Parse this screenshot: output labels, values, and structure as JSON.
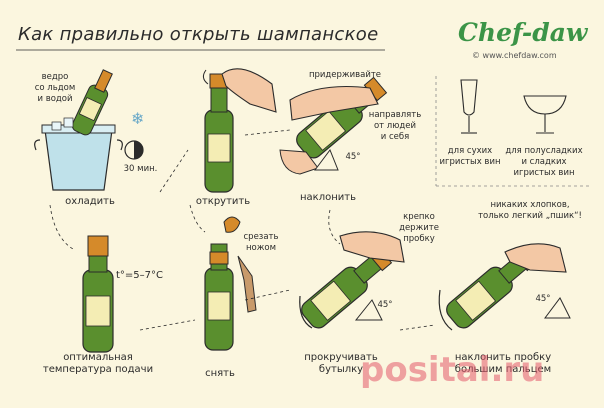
{
  "title": "Как правильно открыть шампанское",
  "brand": {
    "logo": "Chef-daw",
    "url": "© www.chefdaw.com"
  },
  "steps": {
    "cool": {
      "caption": "охладить",
      "note": "ведро\nсо льдом\nи водой",
      "time": "30 мин."
    },
    "unscrew": {
      "caption": "открутить"
    },
    "tilt": {
      "caption": "наклонить",
      "hold": "придерживайте",
      "direct": "направлять\nот людей\nи себя",
      "angle": "45°"
    },
    "temperature": {
      "caption": "оптимальная\nтемпература подачи",
      "value": "t°=5–7°C"
    },
    "remove": {
      "caption": "снять",
      "cut": "срезать\nножом"
    },
    "rotate": {
      "caption": "прокручивать\nбутылку",
      "grip": "крепко\nдержите\nпробку",
      "angle": "45°"
    },
    "tilt_cork": {
      "caption": "наклонить пробку\nбольшим пальцем",
      "quiet": "никаких хлопков,\nтолько легкий „пшик“!",
      "angle": "45°"
    }
  },
  "glasses": {
    "dry": "для сухих\nигристых вин",
    "sweet": "для полусладких\nи сладких\nигристых вин"
  },
  "watermark": "posital.ru",
  "colors": {
    "bottle": "#5a8f2e",
    "label": "#f4edb4",
    "foil": "#d58a2a",
    "brand": "#3b9447",
    "skin": "#f3c8a5",
    "ice": "#b9dde6"
  }
}
